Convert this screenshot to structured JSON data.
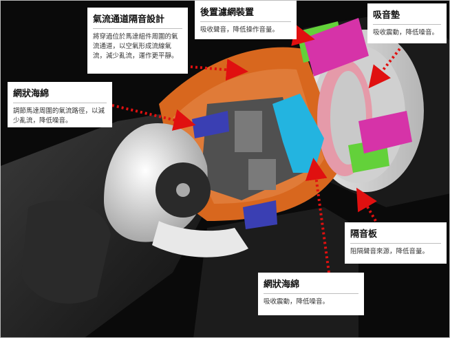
{
  "callouts": {
    "airflow": {
      "title": "氣流通道隔音設計",
      "desc": "將穿過位於馬達組件周圍的氣流通道，以空氣形成流線氣流，減少亂流，運作更平靜。"
    },
    "rear_filter": {
      "title": "後置濾網裝置",
      "desc": "吸收聲音，降低操作音量。"
    },
    "sound_pad": {
      "title": "吸音墊",
      "desc": "吸收震動，降低噪音。"
    },
    "mesh_sponge_left": {
      "title": "網狀海綿",
      "desc": "調節馬達周圍的氣流路徑，以減少亂流，降低噪音。"
    },
    "baffle": {
      "title": "隔音板",
      "desc": "阻隔聲音來源，降低音量。"
    },
    "mesh_sponge_bottom": {
      "title": "網狀海綿",
      "desc": "吸收震動，降低噪音。"
    }
  },
  "colors": {
    "arrow": "#e01010",
    "copper": "#d8671e",
    "cyan": "#23b4e0",
    "magenta": "#d633a8",
    "green": "#63d13a",
    "blue": "#3a3fb3"
  }
}
